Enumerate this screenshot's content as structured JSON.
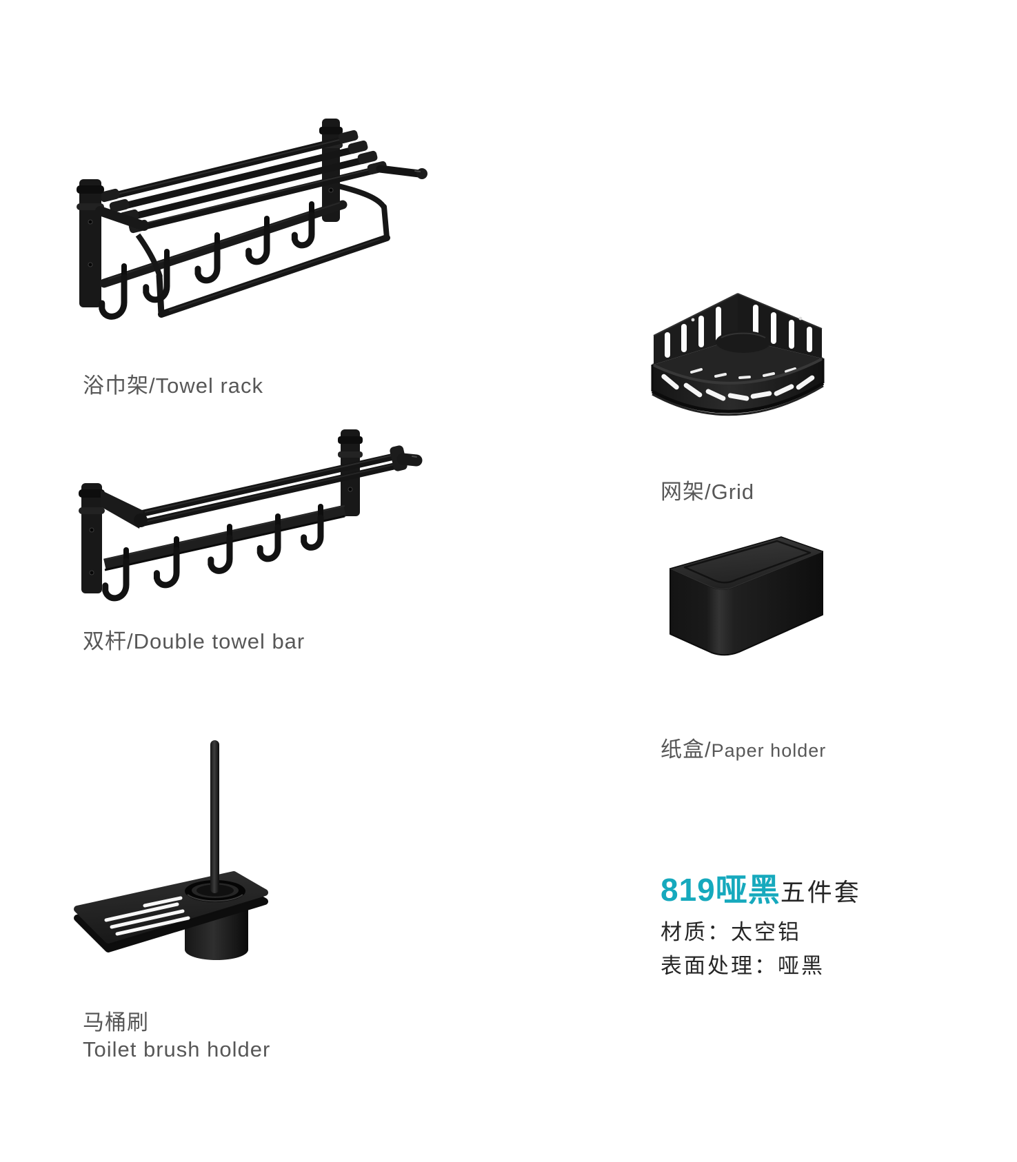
{
  "catalog": {
    "left_column": [
      {
        "name": "towel-rack",
        "label": "浴巾架/Towel rack"
      },
      {
        "name": "double-towel-bar",
        "label": "双杆/Double towel bar"
      },
      {
        "name": "toilet-brush-holder",
        "label_zh": "马桶刷",
        "label_en": "Toilet brush holder"
      }
    ],
    "right_column": [
      {
        "name": "corner-grid",
        "label": "网架/Grid"
      },
      {
        "name": "paper-holder",
        "label_zh": "纸盒/",
        "label_en": "Paper holder"
      }
    ],
    "product_info": {
      "model_name": "819哑黑",
      "set_label": "五件套",
      "material": "材质：太空铝",
      "surface": "表面处理：哑黑"
    },
    "colors": {
      "accent": "#16a9bd",
      "label_gray": "#575757",
      "body_text": "#262626",
      "product_black": "#161616",
      "background": "#ffffff"
    }
  }
}
